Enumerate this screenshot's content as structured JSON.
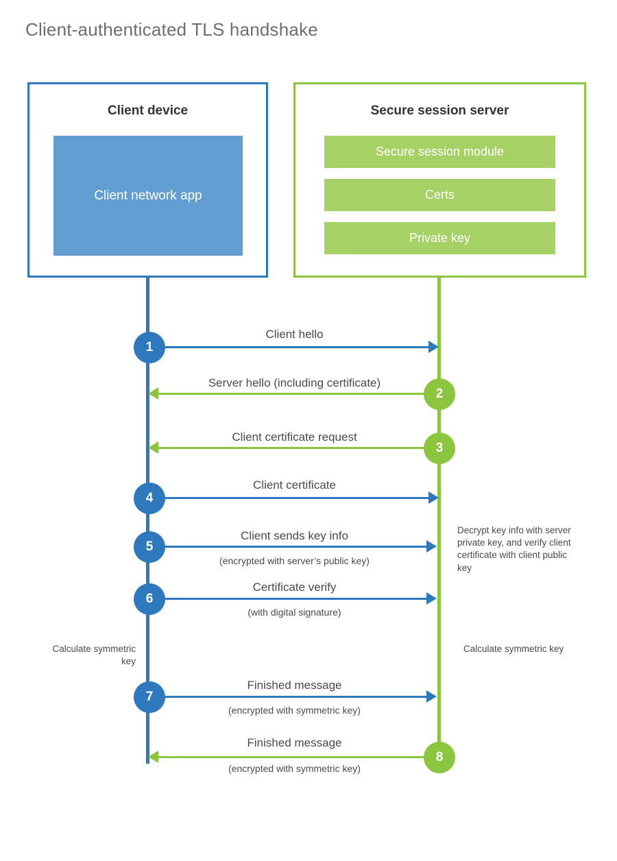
{
  "title": "Client-authenticated TLS handshake",
  "colors": {
    "client_blue": "#2e79bd",
    "client_app_fill": "#639ed3",
    "server_green": "#8cc63f",
    "server_bar_fill": "#a6d164",
    "text": "#4a4a4a",
    "title_text": "#6d6e71"
  },
  "actors": {
    "client": {
      "title": "Client device",
      "app_label": "Client network app"
    },
    "server": {
      "title": "Secure session server",
      "components": [
        "Secure session module",
        "Certs",
        "Private key"
      ]
    }
  },
  "steps": [
    {
      "number": "1",
      "label": "Client hello",
      "sublabel": "",
      "direction": "client-to-server",
      "color": "blue"
    },
    {
      "number": "2",
      "label": "Server hello (including certificate)",
      "sublabel": "",
      "direction": "server-to-client",
      "color": "green"
    },
    {
      "number": "3",
      "label": "Client certificate request",
      "sublabel": "",
      "direction": "server-to-client",
      "color": "green"
    },
    {
      "number": "4",
      "label": "Client certificate",
      "sublabel": "",
      "direction": "client-to-server",
      "color": "blue"
    },
    {
      "number": "5",
      "label": "Client sends key info",
      "sublabel": "(encrypted with server’s public key)",
      "direction": "client-to-server",
      "color": "blue"
    },
    {
      "number": "6",
      "label": "Certificate verify",
      "sublabel": "(with digital signature)",
      "direction": "client-to-server",
      "color": "blue"
    },
    {
      "number": "7",
      "label": "Finished message",
      "sublabel": "(encrypted with symmetric key)",
      "direction": "client-to-server",
      "color": "blue"
    },
    {
      "number": "8",
      "label": "Finished message",
      "sublabel": "(encrypted with symmetric key)",
      "direction": "server-to-client",
      "color": "green"
    }
  ],
  "notes": {
    "server_decrypt": "Decrypt key info with server private key, and verify client certificate with client public key",
    "client_calculate": "Calculate symmetric key",
    "server_calculate": "Calculate symmetric key"
  }
}
